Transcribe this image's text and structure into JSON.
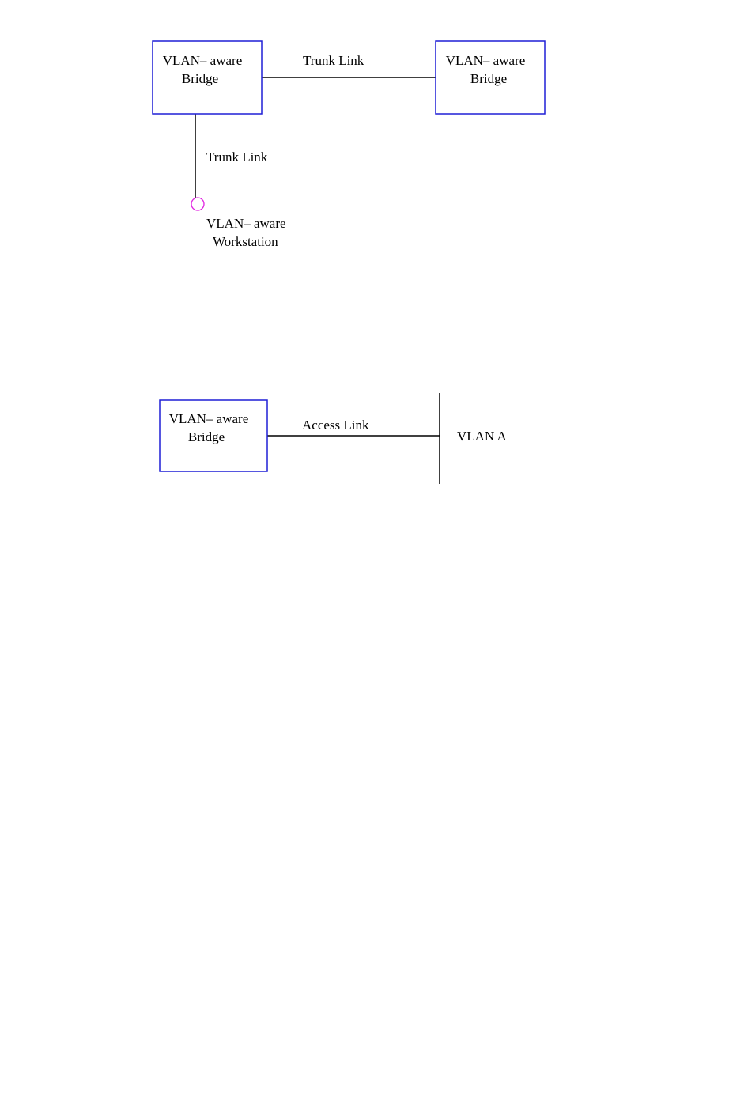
{
  "diagram_top": {
    "bridge_left": {
      "line1": "VLAN– aware",
      "line2": "Bridge"
    },
    "bridge_right": {
      "line1": "VLAN– aware",
      "line2": "Bridge"
    },
    "horizontal_link_label": "Trunk Link",
    "vertical_link_label": "Trunk Link",
    "workstation": {
      "line1": "VLAN– aware",
      "line2": "Workstation"
    }
  },
  "diagram_bottom": {
    "bridge": {
      "line1": "VLAN– aware",
      "line2": "Bridge"
    },
    "link_label": "Access Link",
    "segment_label": "VLAN A"
  },
  "colors": {
    "bridge_border": "#1f1fd6",
    "workstation_marker": "#e020e0",
    "link_line": "#000000"
  }
}
